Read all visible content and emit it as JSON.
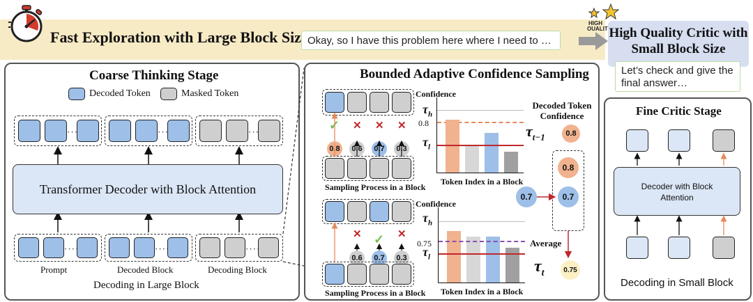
{
  "top": {
    "title": "Fast Exploration with Large Block Size",
    "example_text": "Okay, so I have this problem here where I need to …",
    "critic_title": "High Quality Critic with Small Block Size",
    "critic_badge": "HIGH QUALITY",
    "critic_text": "Let’s check and give the final answer…"
  },
  "coarse": {
    "title": "Coarse Thinking Stage",
    "legend_decoded": "Decoded Token",
    "legend_masked": "Masked Token",
    "decoder_label": "Transformer Decoder with Block Attention",
    "dots": "·····",
    "groups": [
      "Prompt",
      "Decoded Block",
      "Decoding Block"
    ],
    "caption": "Decoding in Large Block"
  },
  "bounded": {
    "title": "Bounded Adaptive Confidence Sampling",
    "sampling_label": "Sampling Process in a Block",
    "axis_y": "Confidence",
    "axis_x": "Token Index in a Block",
    "tau_h": "τ",
    "tau_h_sub": "h",
    "tau_l": "τ",
    "tau_l_sub": "l",
    "top_threshold": "0.8",
    "bottom_threshold": "0.75",
    "top_scores": [
      "0.8",
      "0.6",
      "0.7",
      "0.3"
    ],
    "bottom_scores": [
      "0.6",
      "0.7",
      "0.3"
    ],
    "check": "✓",
    "cross": "✕",
    "decoded_conf_title": "Decoded Token Confidence",
    "tau_prev": "τ",
    "tau_prev_sub": "t−1",
    "tau_prev_value": "0.8",
    "stack_values": [
      "0.8",
      "0.7"
    ],
    "side_value": "0.7",
    "average_label": "Average",
    "tau_t": "τ",
    "tau_t_sub": "t",
    "tau_t_value": "0.75"
  },
  "fine": {
    "title": "Fine Critic Stage",
    "decoder_label": "Decoder with Block Attention",
    "caption": "Decoding in Small Block"
  },
  "colors": {
    "decoded": "#9dbfe8",
    "masked": "#cfcfcf",
    "orange": "#f1b28f",
    "red": "#c0282b",
    "check": "#6fbf4f"
  }
}
